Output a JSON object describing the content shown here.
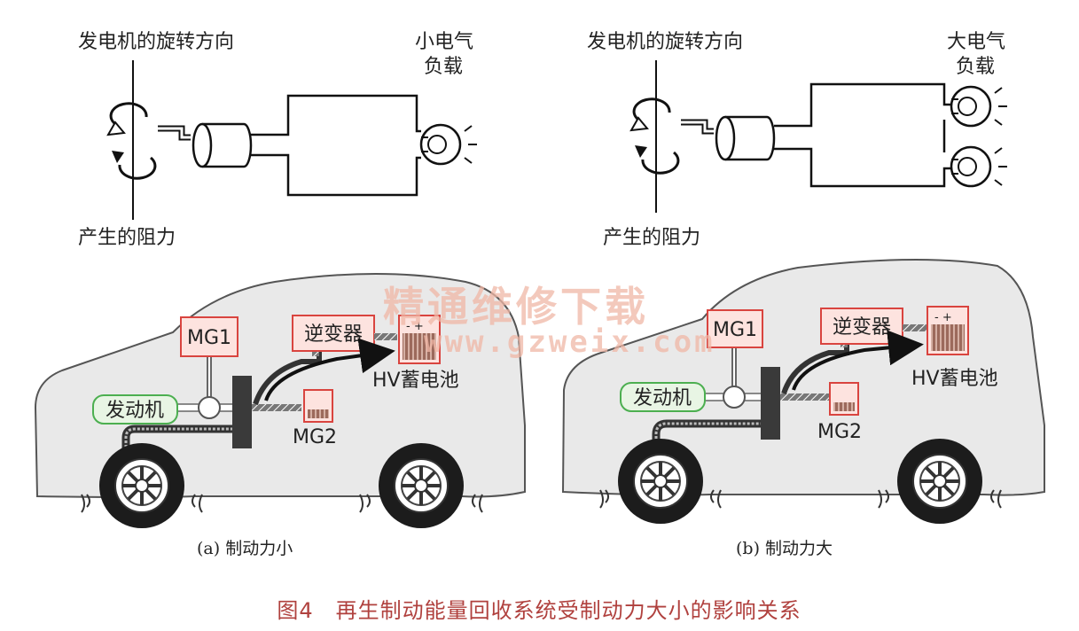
{
  "panels": [
    {
      "rotation_label": "发电机的旋转方向",
      "load_label": [
        "小电气",
        "负载"
      ],
      "resistance_label": "产生的阻力",
      "mg1": "MG1",
      "inverter": "逆变器",
      "engine": "发动机",
      "mg2": "MG2",
      "battery": "HV蓄电池",
      "battery_terminals": "- +",
      "caption": "(a) 制动力小"
    },
    {
      "rotation_label": "发电机的旋转方向",
      "load_label": [
        "大电气",
        "负载"
      ],
      "resistance_label": "产生的阻力",
      "mg1": "MG1",
      "inverter": "逆变器",
      "engine": "发动机",
      "mg2": "MG2",
      "battery": "HV蓄电池",
      "battery_terminals": "- +",
      "caption": "(b) 制动力大"
    }
  ],
  "figure_title": "图4　再生制动能量回收系统受制动力大小的影响关系",
  "watermark": {
    "line1": "精通维修下载",
    "line2": "www.gzweix.com"
  },
  "colors": {
    "box_fill": "#fde3df",
    "box_stroke": "#d9443f",
    "engine_stroke": "#4caf50",
    "engine_fill": "#e8f5e4",
    "caption_color": "#b0413e",
    "car_fill": "#e9e9e9"
  }
}
